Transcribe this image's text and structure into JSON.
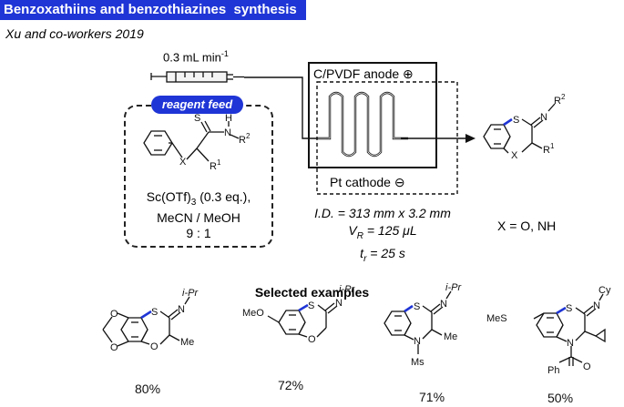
{
  "header": {
    "banner": "Benzoxathiins and benzothiazines  synthesis",
    "subtitle": "Xu and co-workers 2019"
  },
  "flow": {
    "rate": "0.3 mL min",
    "rate_exp": "-1"
  },
  "feed": {
    "pill": "reagent feed",
    "cond_line1_a": "Sc(OTf)",
    "cond_line1_sub": "3",
    "cond_line1_b": " (0.3 eq.),",
    "cond_line2": "MeCN / MeOH",
    "cond_line3": "9 : 1"
  },
  "reactor": {
    "anode": "C/PVDF anode ⊕",
    "cathode": "Pt cathode ⊖",
    "id": "I.D. = 313 mm x 3.2 mm",
    "vr_label": "V",
    "vr_sub": "R",
    "vr_value": " = 125 μL",
    "tr_label": "t",
    "tr_sub": "r",
    "tr_value": " = 25 s"
  },
  "product": {
    "x_eq": "X = O, NH"
  },
  "examples": {
    "heading": "Selected examples",
    "yields": [
      "80%",
      "72%",
      "71%",
      "50%"
    ]
  },
  "atoms": {
    "S": "S",
    "N": "N",
    "H": "H",
    "O": "O",
    "X": "X",
    "R1": "R",
    "R1_sup": "1",
    "R2": "R",
    "R2_sup": "2",
    "iPr": "i-Pr",
    "Me": "Me",
    "MeO": "MeO",
    "MeS": "MeS",
    "Ms": "Ms",
    "Cy": "Cy",
    "Ph": "Ph"
  },
  "colors": {
    "accent": "#1f35d6",
    "bond_highlight": "#1f35d6"
  }
}
